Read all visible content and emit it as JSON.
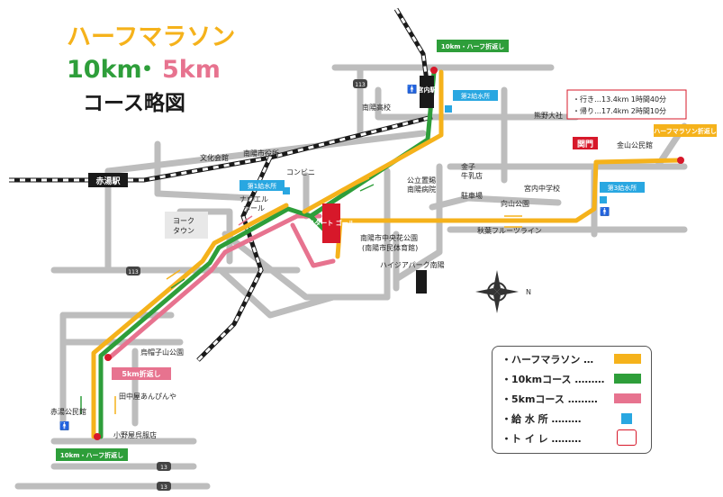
{
  "title": {
    "line1": "ハーフマラソン",
    "line2_a": "10km",
    "line2_dot": "・",
    "line2_b": "5km",
    "line3": "コース略図"
  },
  "colors": {
    "half": "#f5b21b",
    "ten": "#2e9e3a",
    "five": "#e7738f",
    "water": "#29a7e1",
    "road": "#b9b9b9",
    "rail": "#1a1a1a",
    "station": "#1a1a1a",
    "start": "#d7182a"
  },
  "stations": {
    "akayu": "赤湯駅",
    "miyauchi": "宮内駅"
  },
  "signs": {
    "start_goal": "スタート ゴール",
    "gate": "関門",
    "turn_10_half_top": "10km・ハーフ折返し",
    "turn_half": "ハーフマラソン折返し",
    "turn_5": "5km折返し",
    "turn_10_half_bottom": "10km・ハーフ折返し"
  },
  "gate_note": {
    "line1": "・行き…13.4km 1時間40分",
    "line2": "・帰り…17.4km 2時間10分"
  },
  "water_stations": {
    "no1": "第1給水所",
    "no2": "第2給水所",
    "no3": "第3給水所"
  },
  "places": {
    "bunka": "文化会館",
    "shiyakusho": "南陽市役所",
    "konbini": "コンビニ",
    "naueru": "ナウエル",
    "hall": "ホール",
    "york": "ヨーク",
    "town": "タウン",
    "nanyo_koko": "南陽高校",
    "kumano": "熊野大社",
    "kinzan": "金山公民館",
    "kouritsu": "公立置賜",
    "nanyo_byoin": "南陽病院",
    "kaneko": "金子",
    "gyunikuten": "牛乳店",
    "chushajo": "駐車場",
    "mukaiyama": "向山公園",
    "miyauchi_chu": "宮内中学校",
    "fruit_line": "秋葉フルーツライン",
    "chuo_koen": "南陽市中央花公園",
    "minzoku": "(南陽市民体育館)",
    "haijia": "ハイジアパーク南陽",
    "eboshi": "烏帽子山公園",
    "tanakaya": "田中屋あんぴんや",
    "akayu_kominkan": "赤湯公民館",
    "onoya": "小野屋呉服店"
  },
  "routes": {
    "r113a": "113",
    "r113b": "113",
    "r13a": "13",
    "r13b": "13"
  },
  "compass": {
    "n": "N"
  },
  "legend": {
    "half": "・ハーフマラソン …",
    "ten": "・10kmコース ………",
    "five": "・5kmコース ………",
    "water": "・給 水 所 ………",
    "toilet": "・ト イ レ ………"
  }
}
